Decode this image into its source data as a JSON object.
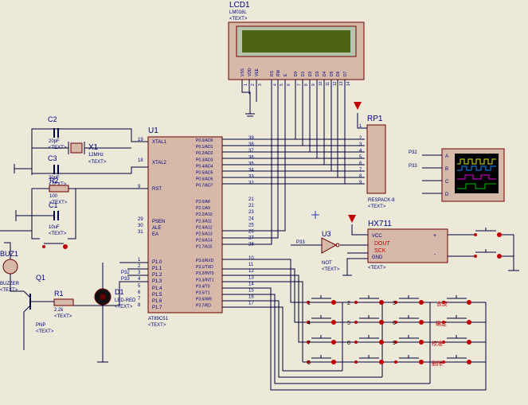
{
  "colors": {
    "background": "#ece9d8",
    "wire": "#00003c",
    "body": "#d7b9a9",
    "outline": "#6b0000",
    "label": "#000080",
    "pin_text": "#000080",
    "red": "#c00000",
    "lcd_screen": "#4c6414",
    "lcd_frame": "#b8c3ad",
    "scope": "#000000",
    "scope_y": "#e6e600",
    "scope_c": "#0090ff",
    "scope_m": "#e600e6",
    "scope_g": "#00c000",
    "ground": "#00003c"
  },
  "lcd": {
    "ref": "LCD1",
    "part": "LM016L",
    "text": "<TEXT>",
    "pins": [
      "VSS",
      "VDD",
      "VEE",
      "RS",
      "RW",
      "E",
      "D0",
      "D1",
      "D2",
      "D3",
      "D4",
      "D5",
      "D6",
      "D7"
    ],
    "pin_numbers": [
      "1",
      "2",
      "3",
      "4",
      "5",
      "6",
      "7",
      "8",
      "9",
      "10",
      "11",
      "12",
      "13",
      "14"
    ]
  },
  "mcu": {
    "ref": "U1",
    "part": "AT89C51",
    "text": "<TEXT>",
    "left_pins": [
      {
        "num": "19",
        "name": "XTAL1"
      },
      {
        "num": "18",
        "name": "XTAL2"
      },
      {
        "num": "9",
        "name": "RST"
      },
      {
        "num": "29",
        "name": "PSEN"
      },
      {
        "num": "30",
        "name": "ALE"
      },
      {
        "num": "31",
        "name": "EA"
      },
      {
        "num": "1",
        "name": "P1.0"
      },
      {
        "num": "2",
        "name": "P1.1"
      },
      {
        "num": "3",
        "name": "P1.2"
      },
      {
        "num": "4",
        "name": "P1.3"
      },
      {
        "num": "5",
        "name": "P1.4"
      },
      {
        "num": "6",
        "name": "P1.5"
      },
      {
        "num": "7",
        "name": "P1.6"
      },
      {
        "num": "8",
        "name": "P1.7"
      }
    ],
    "right_pins": [
      {
        "num": "39",
        "name": "P0.0/AD0"
      },
      {
        "num": "38",
        "name": "P0.1/AD1"
      },
      {
        "num": "37",
        "name": "P0.2/AD2"
      },
      {
        "num": "36",
        "name": "P0.3/AD3"
      },
      {
        "num": "35",
        "name": "P0.4/AD4"
      },
      {
        "num": "34",
        "name": "P0.5/AD5"
      },
      {
        "num": "33",
        "name": "P0.6/AD6"
      },
      {
        "num": "32",
        "name": "P0.7/AD7"
      },
      {
        "num": "21",
        "name": "P2.0/A8"
      },
      {
        "num": "22",
        "name": "P2.1/A9"
      },
      {
        "num": "23",
        "name": "P2.2/A10"
      },
      {
        "num": "24",
        "name": "P2.3/A11"
      },
      {
        "num": "25",
        "name": "P2.4/A12"
      },
      {
        "num": "26",
        "name": "P2.5/A13"
      },
      {
        "num": "27",
        "name": "P2.6/A14"
      },
      {
        "num": "28",
        "name": "P2.7/A15"
      },
      {
        "num": "10",
        "name": "P3.0/RXD"
      },
      {
        "num": "11",
        "name": "P3.1/TXD"
      },
      {
        "num": "12",
        "name": "P3.2/INT0"
      },
      {
        "num": "13",
        "name": "P3.3/INT1"
      },
      {
        "num": "14",
        "name": "P3.4/T0"
      },
      {
        "num": "15",
        "name": "P3.5/T1"
      },
      {
        "num": "16",
        "name": "P3.6/WR"
      },
      {
        "num": "17",
        "name": "P3.7/RD"
      }
    ]
  },
  "rp1": {
    "ref": "RP1",
    "part": "RESPACK-8",
    "text": "<TEXT>",
    "pins": [
      "1",
      "2",
      "3",
      "4",
      "5",
      "6",
      "7",
      "8",
      "9"
    ]
  },
  "c2": {
    "ref": "C2",
    "value": "20pF",
    "text": "<TEXT>"
  },
  "c3": {
    "ref": "C3",
    "value": "20pF",
    "text": "<TEXT>"
  },
  "x1": {
    "ref": "X1",
    "value": "12MHz",
    "text": "<TEXT>"
  },
  "r2": {
    "ref": "R2",
    "value": "100",
    "text": "<TEXT>"
  },
  "c1": {
    "ref": "C1",
    "value": "10uF",
    "text": "<TEXT>"
  },
  "buzzer": {
    "ref": "BUZ1",
    "part": "BUZZER",
    "text": "<TEXT>"
  },
  "q1": {
    "ref": "Q1",
    "part": "PNP",
    "text": "<TEXT>"
  },
  "r1": {
    "ref": "R1",
    "value": "2.2k",
    "text": "<TEXT>"
  },
  "d1": {
    "ref": "D1",
    "part": "LED-RED",
    "text": "<TEXT>"
  },
  "u3": {
    "ref": "U3",
    "part": "NOT",
    "text": "<TEXT>"
  },
  "hx711": {
    "ref": "HX711",
    "pins": [
      "VCC",
      "DOUT",
      "SCK",
      "GND"
    ],
    "text": "<TEXT>",
    "plus": "+",
    "minus": "-"
  },
  "scope": {
    "channels": [
      "A",
      "B",
      "C",
      "D"
    ]
  },
  "nets": {
    "p32": "P32",
    "p33": "P33"
  },
  "keys": {
    "labels": [
      "1",
      "2",
      "3",
      "4",
      "5",
      "6",
      "7",
      "8",
      "9",
      "0"
    ],
    "chinese": [
      "去皮",
      "确定",
      "校准",
      "删除"
    ]
  }
}
